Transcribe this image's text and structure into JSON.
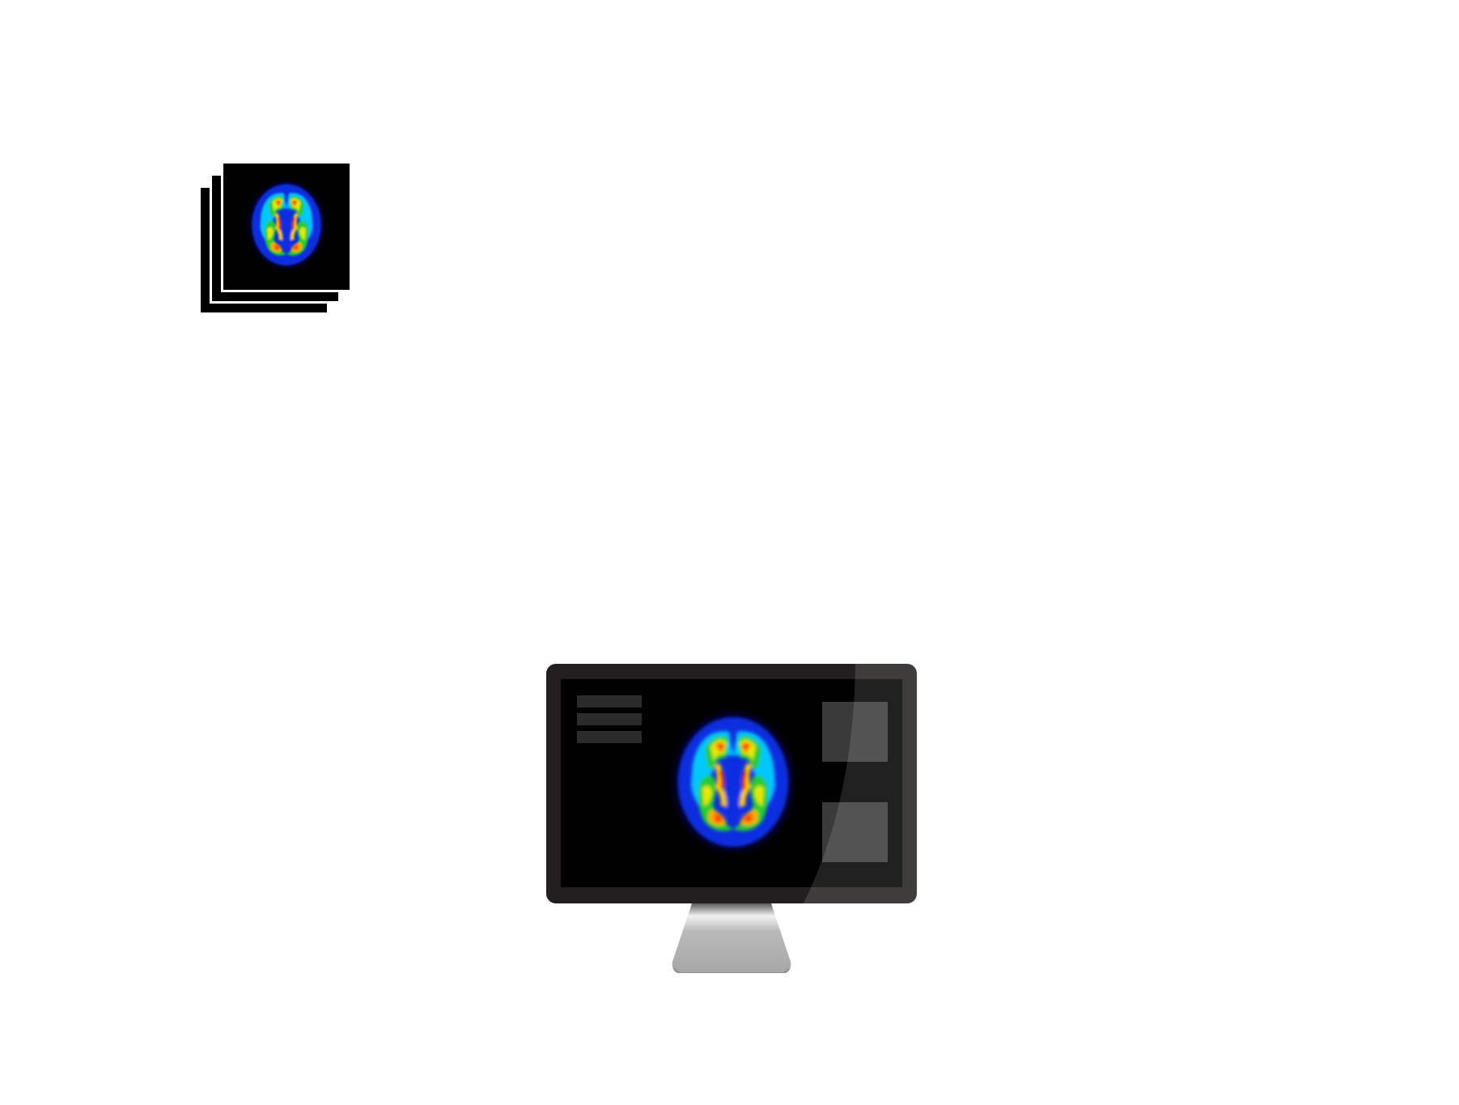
{
  "figure": {
    "background_color": "#ffffff",
    "image_stack": {
      "icon": "pet-scan-stack-icon",
      "card_count": 3,
      "card_color": "#000000"
    },
    "workstation": {
      "icon": "monitor-icon",
      "bezel_color": "#231f20",
      "screen_color": "#000000",
      "menu_bar_count": 3,
      "side_panel_count": 2,
      "displayed_image": "brain-pet-scan-icon"
    },
    "scan_colormap": [
      "#00008b",
      "#0033ff",
      "#00ccff",
      "#00cc44",
      "#ccee00",
      "#ffcc00",
      "#ff6600",
      "#dd0000"
    ]
  }
}
